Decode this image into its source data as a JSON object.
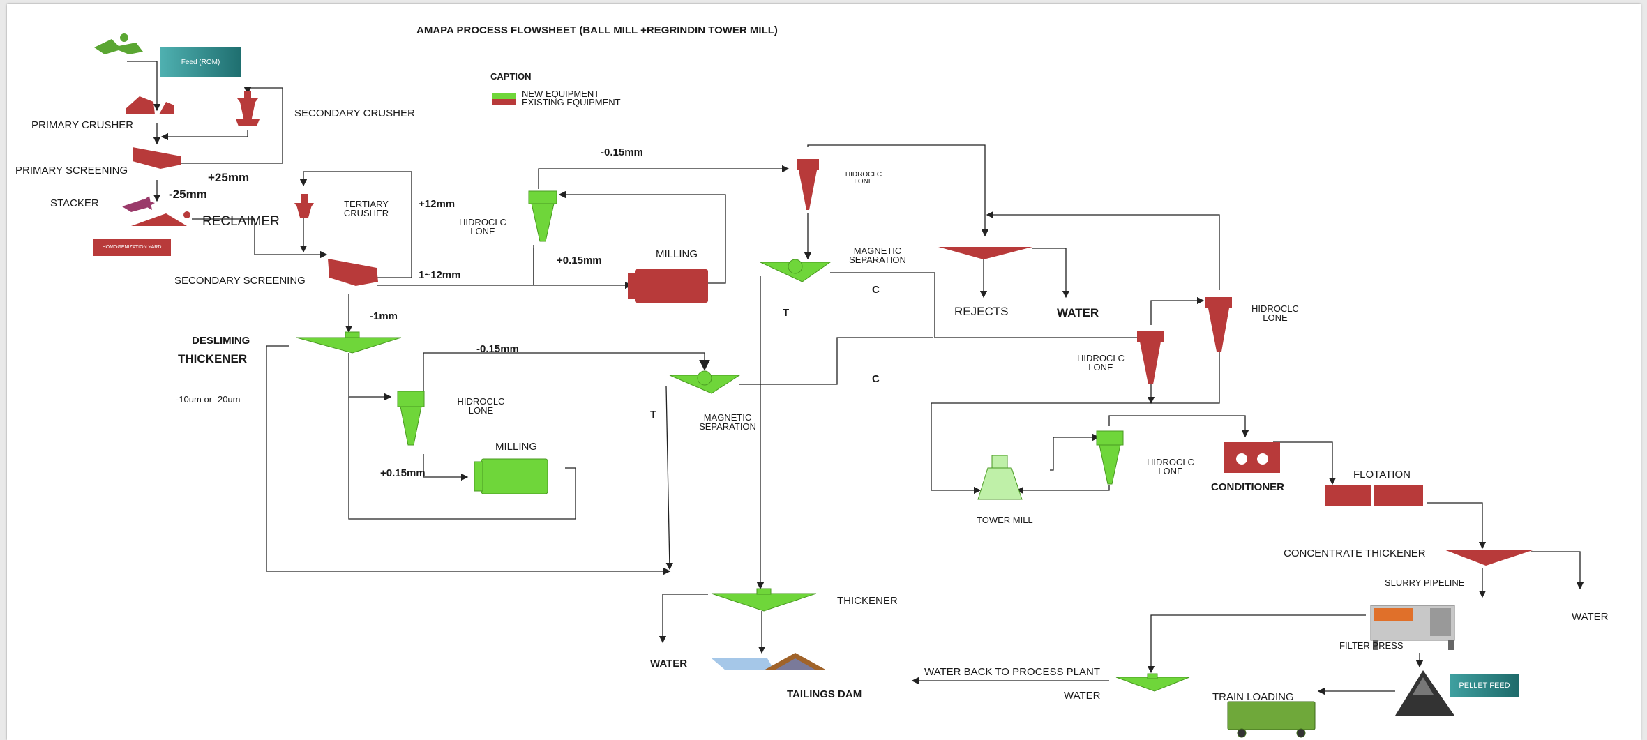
{
  "title": "AMAPA PROCESS FLOWSHEET (BALL MILL +REGRINDIN TOWER MILL)",
  "caption": {
    "heading": "CAPTION",
    "new_equipment": "NEW EQUIPMENT",
    "existing_equipment": "EXISTING EQUIPMENT",
    "new_color": "#6fd63a",
    "existing_color": "#b83a3a"
  },
  "colors": {
    "new": "#6fd63a",
    "existing": "#b83a3a",
    "feed_box": "#2f8f8f",
    "line": "#222222"
  },
  "feed_box": "Feed (ROM)",
  "homogenization_yard": "HOMOGENIZATION YARD",
  "pellet_feed": "PELLET FEED",
  "labels": {
    "primary_crusher": "PRIMARY CRUSHER",
    "secondary_crusher": "SECONDARY CRUSHER",
    "primary_screening": "PRIMARY SCREENING",
    "plus_25mm": "+25mm",
    "minus_25mm": "-25mm",
    "stacker": "STACKER",
    "reclaimer": "RECLAIMER",
    "tertiary_crusher": "TERTIARY CRUSHER",
    "plus_12mm": "+12mm",
    "secondary_screening": "SECONDARY SCREENING",
    "range_1_12mm": "1~12mm",
    "minus_1mm": "-1mm",
    "desliming": "DESLIMING",
    "thickener_label": "THICKENER",
    "slimes": "-10um or -20um",
    "hidroclc_lone": "HIDROCLC LONE",
    "minus_015_top": "-0.15mm",
    "plus_015_top": "+0.15mm",
    "milling_top": "MILLING",
    "magnetic_separation": "MAGNETIC SEPARATION",
    "t": "T",
    "c": "C",
    "rejects": "REJECTS",
    "water": "WATER",
    "minus_015_mid": "-0.15mm",
    "plus_015_mid": "+0.15mm",
    "milling_mid": "MILLING",
    "tower_mill": "TOWER  MILL",
    "conditioner": "CONDITIONER",
    "flotation": "FLOTATION",
    "concentrate_thickener": "CONCENTRATE THICKENER",
    "slurry_pipeline": "SLURRY PIPELINE",
    "filter_press": "FILTER PRESS",
    "thickener_bottom": "THICKENER",
    "tailings_dam": "TAILINGS DAM",
    "water_back": "WATER BACK TO PROCESS PLANT",
    "train_loading": "TRAIN LOADING"
  }
}
